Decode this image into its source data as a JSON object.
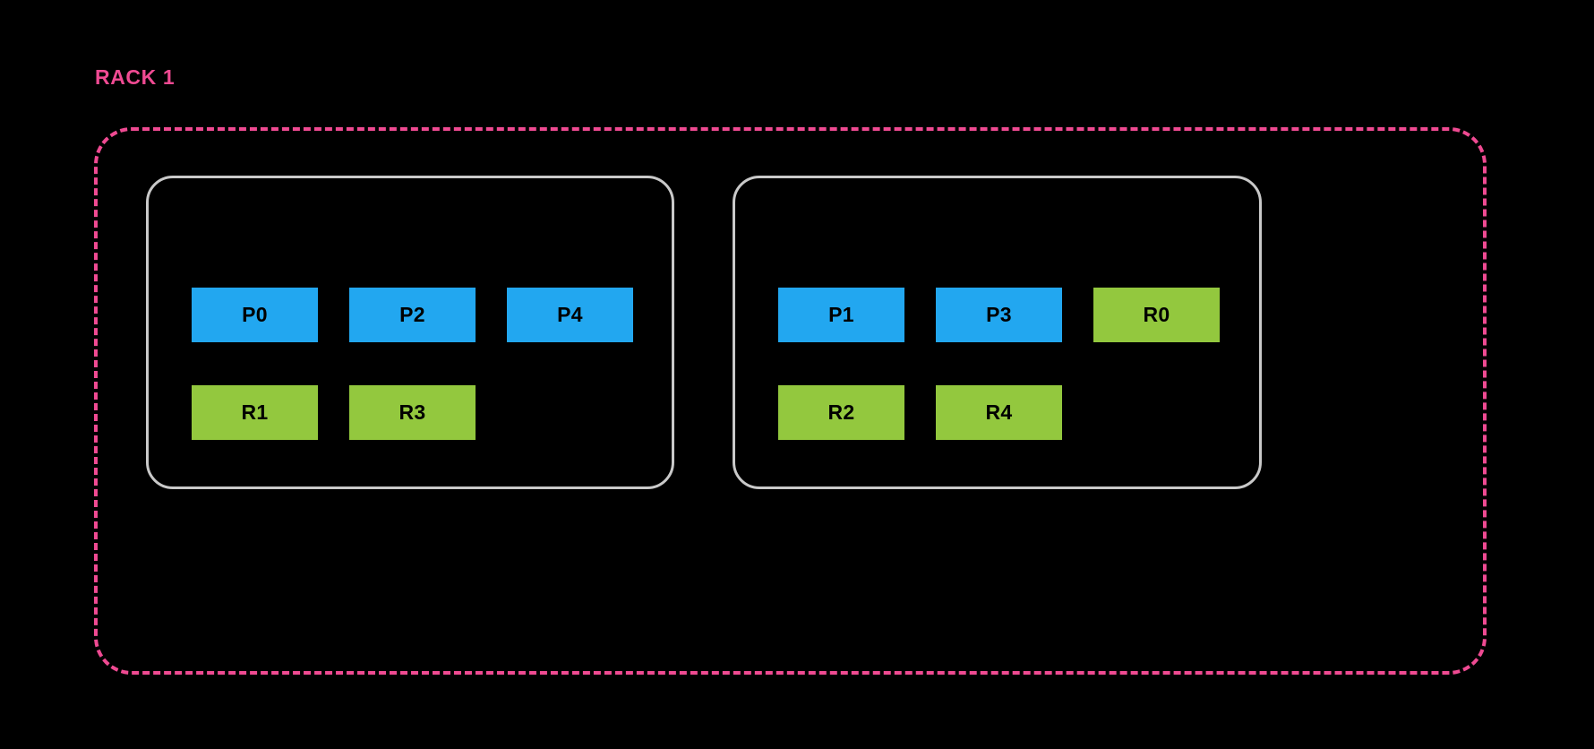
{
  "diagram": {
    "title": "RACK 1",
    "accent_color": "#ef4a92",
    "group_border_color": "#c9c9c9",
    "background_color": "#000000",
    "primary_color": "#22a7f0",
    "replica_color": "#93c83e",
    "label_text_color": "#000000",
    "groups": [
      {
        "name": "node-group-left",
        "rows": [
          {
            "name": "primary-row",
            "cells": [
              {
                "label": "P0",
                "kind": "primary"
              },
              {
                "label": "P2",
                "kind": "primary"
              },
              {
                "label": "P4",
                "kind": "primary"
              }
            ]
          },
          {
            "name": "replica-row",
            "cells": [
              {
                "label": "R1",
                "kind": "replica"
              },
              {
                "label": "R3",
                "kind": "replica"
              }
            ]
          }
        ]
      },
      {
        "name": "node-group-right",
        "rows": [
          {
            "name": "primary-row",
            "cells": [
              {
                "label": "P1",
                "kind": "primary"
              },
              {
                "label": "P3",
                "kind": "primary"
              },
              {
                "label": "R0",
                "kind": "replica"
              }
            ]
          },
          {
            "name": "replica-row",
            "cells": [
              {
                "label": "R2",
                "kind": "replica"
              },
              {
                "label": "R4",
                "kind": "replica"
              }
            ]
          }
        ]
      }
    ]
  }
}
